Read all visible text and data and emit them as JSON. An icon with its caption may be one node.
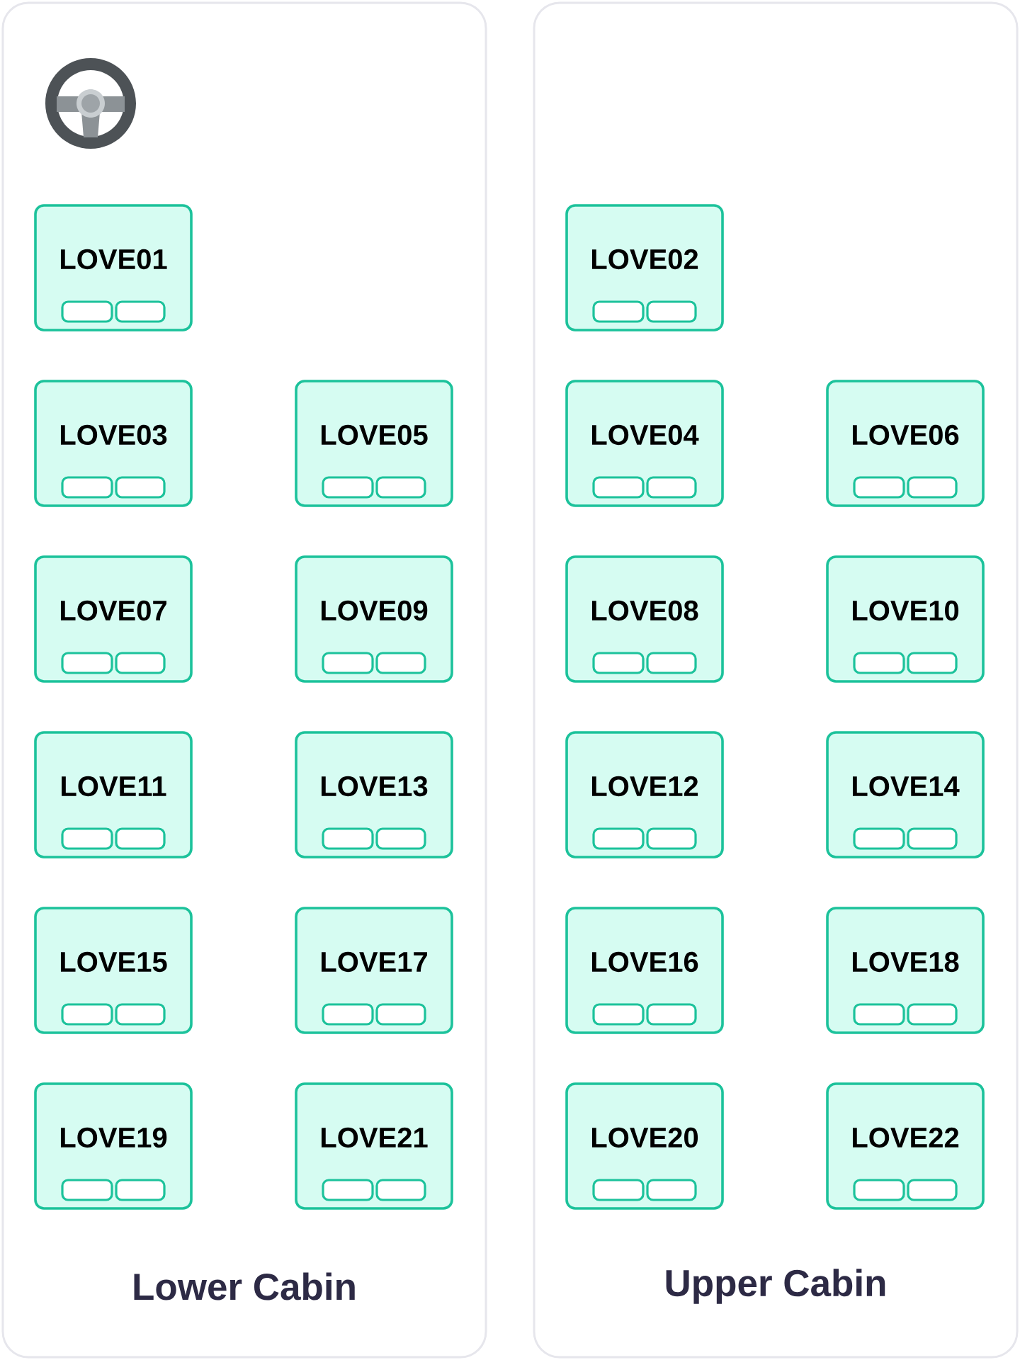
{
  "diagram": {
    "nodes": [
      {
        "text": [
          "Lower Cabin"
        ]
      },
      {
        "text": [
          "LOVE01"
        ],
        "in": 0
      },
      {
        "text": [
          "LOVE03"
        ],
        "in": 0
      },
      {
        "text": [
          "LOVE05"
        ],
        "in": 0
      },
      {
        "text": [
          "LOVE07"
        ],
        "in": 0
      },
      {
        "text": [
          "LOVE09"
        ],
        "in": 0
      },
      {
        "text": [
          "LOVE11"
        ],
        "in": 0
      },
      {
        "text": [
          "LOVE13"
        ],
        "in": 0
      },
      {
        "text": [
          "LOVE15"
        ],
        "in": 0
      },
      {
        "text": [
          "LOVE17"
        ],
        "in": 0
      },
      {
        "text": [
          "LOVE19"
        ],
        "in": 0
      },
      {
        "text": [
          "LOVE21"
        ],
        "in": 0
      },
      {
        "text": [
          "Upper Cabin"
        ]
      },
      {
        "text": [
          "LOVE02"
        ],
        "in": 12
      },
      {
        "text": [
          "LOVE04"
        ],
        "in": 12
      },
      {
        "text": [
          "LOVE06"
        ],
        "in": 12
      },
      {
        "text": [
          "LOVE08"
        ],
        "in": 12
      },
      {
        "text": [
          "LOVE10"
        ],
        "in": 12
      },
      {
        "text": [
          "LOVE12"
        ],
        "in": 12
      },
      {
        "text": [
          "LOVE14"
        ],
        "in": 12
      },
      {
        "text": [
          "LOVE16"
        ],
        "in": 12
      },
      {
        "text": [
          "LOVE18"
        ],
        "in": 12
      },
      {
        "text": [
          "LOVE20"
        ],
        "in": 12
      },
      {
        "text": [
          "LOVE22"
        ],
        "in": 12
      }
    ]
  }
}
